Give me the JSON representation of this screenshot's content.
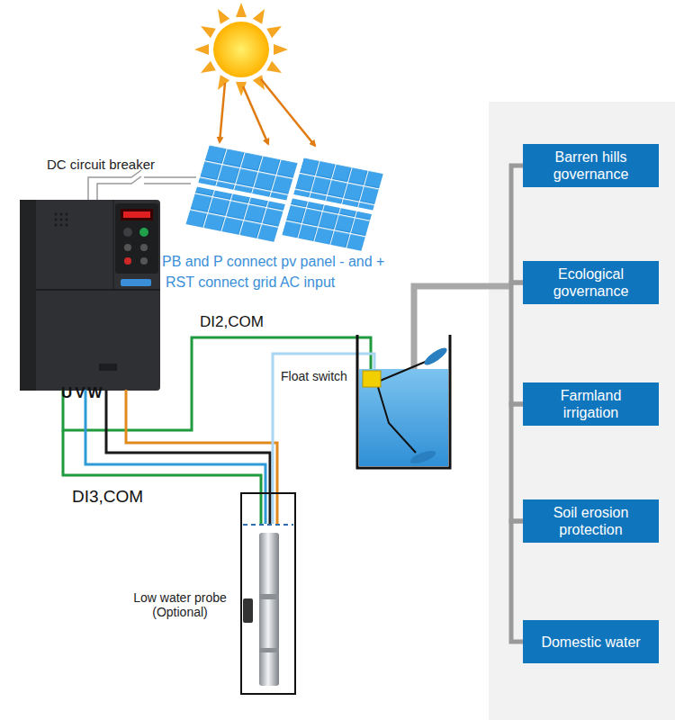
{
  "diagram": {
    "nodes": [
      {
        "text": [
          "Barren hills governance"
        ]
      },
      {
        "text": [
          "Ecological governance"
        ]
      },
      {
        "text": [
          "Farmland irrigation"
        ]
      },
      {
        "text": [
          "Soil erosion protection"
        ]
      },
      {
        "text": [
          "Domestic water"
        ]
      }
    ],
    "edges": [
      {
        "from": 0,
        "to": 1,
        "arrow": "none"
      },
      {
        "from": 1,
        "to": 2,
        "arrow": "none"
      },
      {
        "from": 2,
        "to": 3,
        "arrow": "none"
      },
      {
        "from": 3,
        "to": 4,
        "arrow": "none"
      }
    ],
    "labels": [
      "DC circuit breaker",
      "PB and P connect pv panel - and +",
      "RST connect grid AC input",
      "DI2,COM",
      "Float switch",
      "UVW",
      "DI3,COM",
      "Low water probe (Optional)"
    ]
  }
}
